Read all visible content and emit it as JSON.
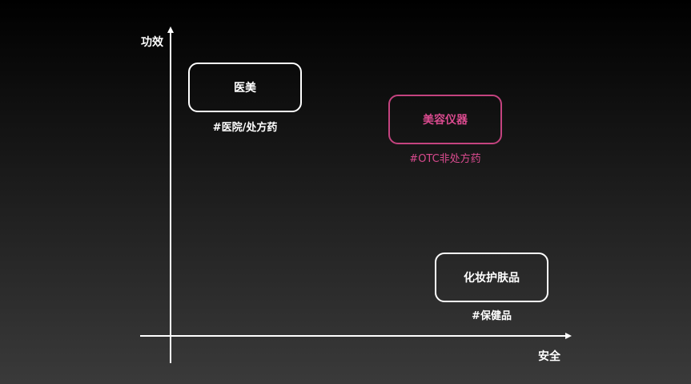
{
  "axes": {
    "y_label": "功效",
    "x_label": "安全"
  },
  "quadrants": [
    {
      "label": "医美",
      "tag": "#医院/处方药"
    },
    {
      "label": "美容仪器",
      "tag": "#OTC非处方药"
    },
    {
      "label": "化妆护肤品",
      "tag": "#保健品"
    }
  ],
  "colors": {
    "background_top": "#000000",
    "background_bottom": "#3a3a3a",
    "foreground": "#ffffff",
    "accent": "#d94a8e"
  }
}
